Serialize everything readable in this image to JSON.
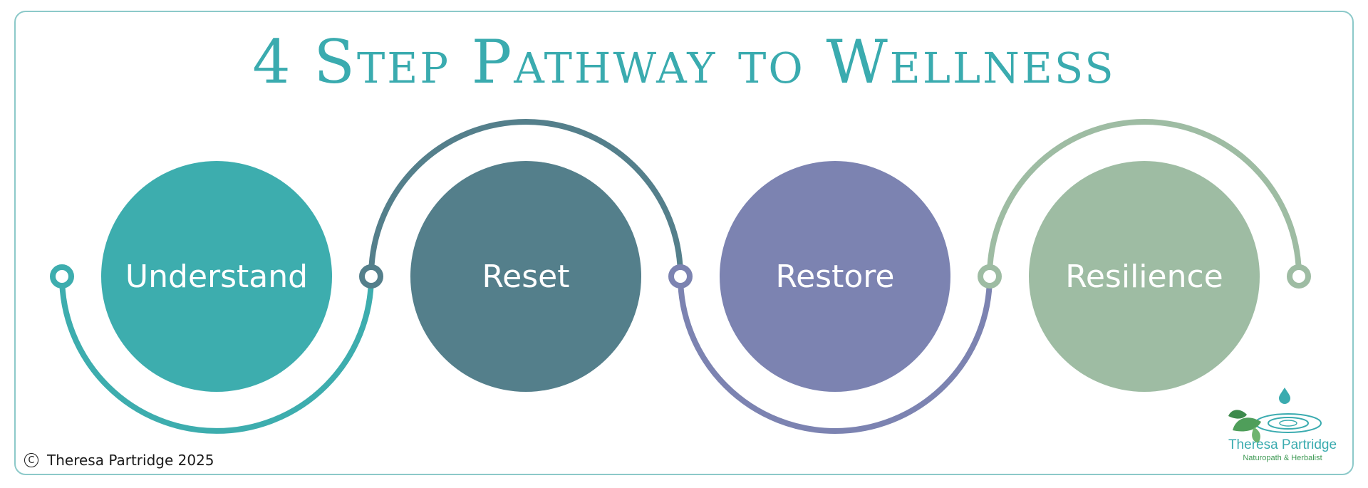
{
  "title": "4 Step Pathway to Wellness",
  "steps": [
    {
      "label": "Understand",
      "color": "#3dadae"
    },
    {
      "label": "Reset",
      "color": "#547f8b"
    },
    {
      "label": "Restore",
      "color": "#7c83b1"
    },
    {
      "label": "Resilience",
      "color": "#9ebca3"
    }
  ],
  "footer": {
    "copyright_symbol": "C",
    "text": "Theresa Partridge 2025"
  },
  "logo": {
    "name": "Theresa Partridge",
    "tagline": "Naturopath & Herbalist",
    "icon": "leaf-drop-ripple-icon"
  }
}
